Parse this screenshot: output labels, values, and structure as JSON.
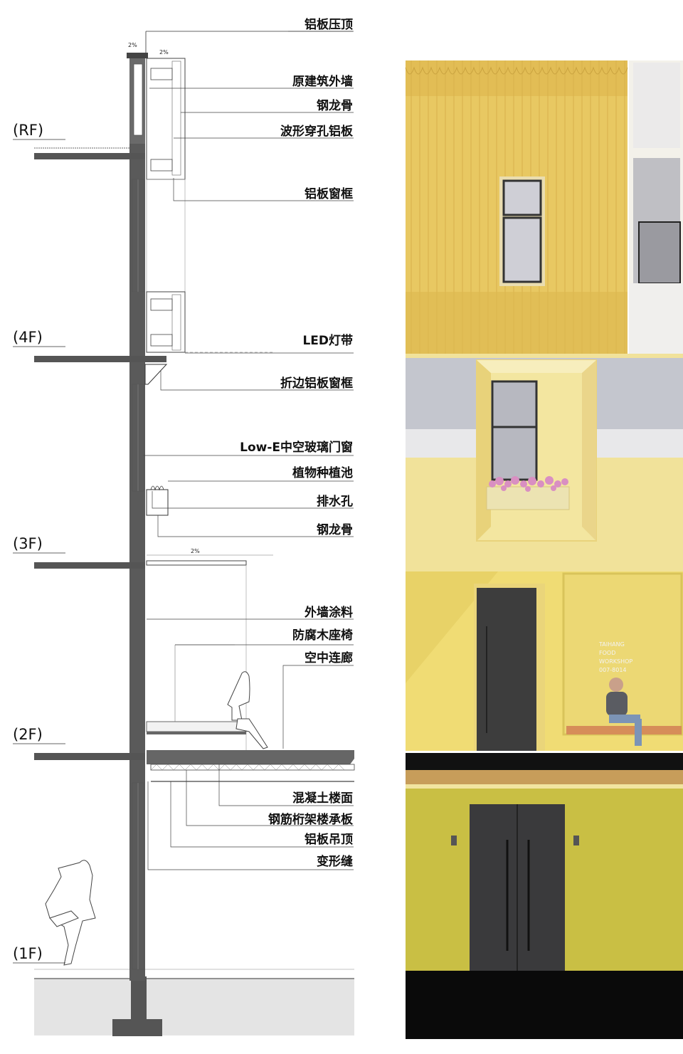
{
  "floors": {
    "rf": "(RF)",
    "f4": "(4F)",
    "f3": "(3F)",
    "f2": "(2F)",
    "f1": "(1F)"
  },
  "callouts": [
    "铝板压顶",
    "原建筑外墙",
    "钢龙骨",
    "波形穿孔铝板",
    "铝板窗框",
    "LED灯带",
    "折边铝板窗框",
    "Low-E中空玻璃门窗",
    "植物种植池",
    "排水孔",
    "钢龙骨",
    "外墙涂料",
    "防腐木座椅",
    "空中连廊",
    "混凝土楼面",
    "钢筋桁架楼承板",
    "铝板吊顶",
    "变形缝"
  ],
  "slope_marks": [
    "2%",
    "2%",
    "2%"
  ],
  "door_sign": [
    "TAIHANG",
    "FOOD",
    "WORKSHOP",
    "007-8014"
  ],
  "colors": {
    "facade_yellow": "#f1e29a",
    "perforated_panel": "#e8c862",
    "grey_band": "#c4c6ce",
    "door": "#3d3d3d",
    "concrete": "#555555",
    "ground_black": "#0a0a0a",
    "olive_lower": "#c9bf44"
  }
}
